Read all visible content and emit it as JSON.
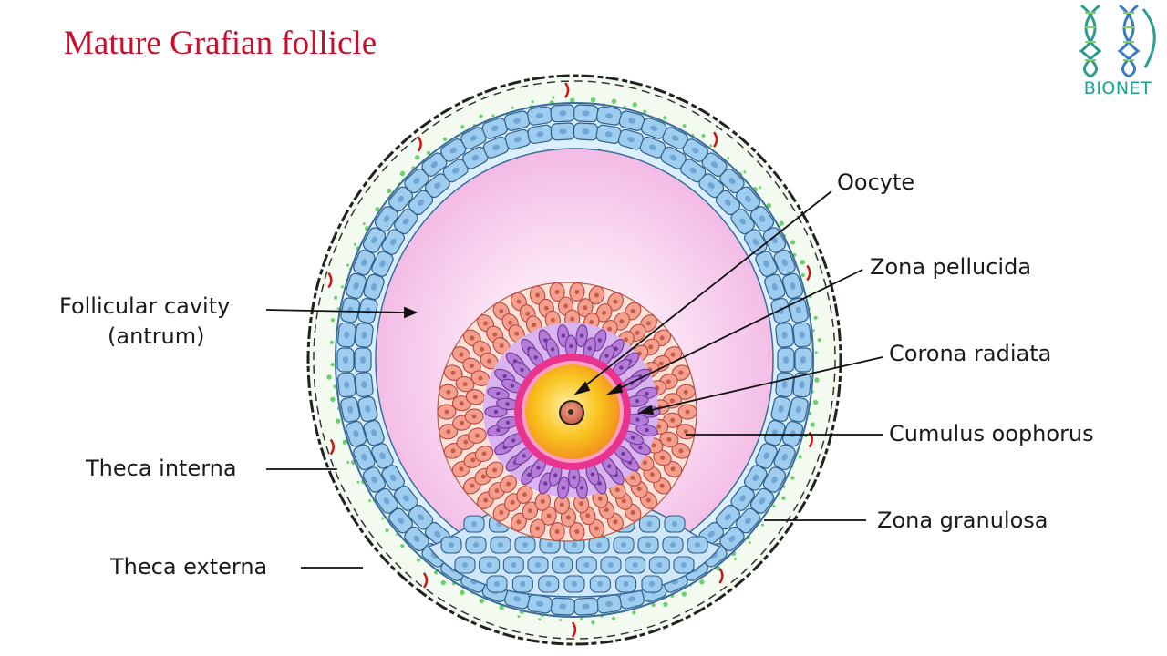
{
  "title": "Mature Grafian follicle",
  "logo": {
    "text": "BIONET",
    "color": "#17a398"
  },
  "labels": {
    "oocyte": "Oocyte",
    "zona_pellucida": "Zona pellucida",
    "corona_radiata": "Corona radiata",
    "cumulus_oophorus": "Cumulus oophorus",
    "zona_granulosa": "Zona granulosa",
    "follicular_cavity_line1": "Follicular cavity",
    "follicular_cavity_line2": "(antrum)",
    "theca_interna": "Theca interna",
    "theca_externa": "Theca externa"
  },
  "colors": {
    "title": "#c8102e",
    "antrum": "#f6c6ea",
    "granulosa_cells": "#9fcdf0",
    "cumulus_cells": "#f5a08e",
    "corona_cells": "#b67ad8",
    "zona_pellucida": "#e8338f",
    "oocyte": "#f7c21a",
    "theca_dots": "#3cc13c"
  }
}
